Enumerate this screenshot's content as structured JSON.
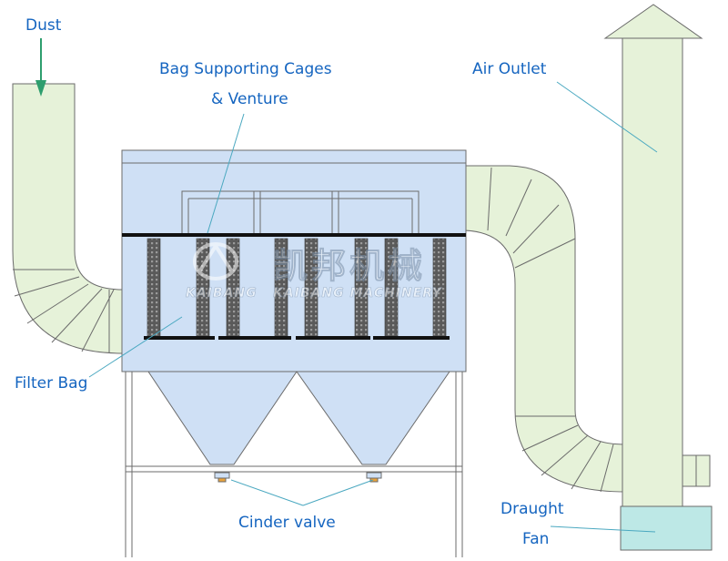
{
  "labels": {
    "dust": "Dust",
    "cages_line1": "Bag Supporting Cages",
    "cages_line2": "& Venture",
    "air_outlet": "Air Outlet",
    "filter_bag": "Filter Bag",
    "cinder_valve": "Cinder valve",
    "draught_line1": "Draught",
    "draught_line2": "Fan"
  },
  "watermark": {
    "chinese": "凯邦机械",
    "company": "KAIBANG MACHINERY",
    "logo_text": "KAIBANG"
  },
  "colors": {
    "duct_fill": "#e6f2d9",
    "housing_fill": "#cfe0f5",
    "fan_fill": "#bde8e6",
    "label_blue": "#1565c0",
    "leader_line": "#4aa8c0",
    "arrow_green": "#2e9e6e",
    "outline": "#6b6b6b"
  }
}
